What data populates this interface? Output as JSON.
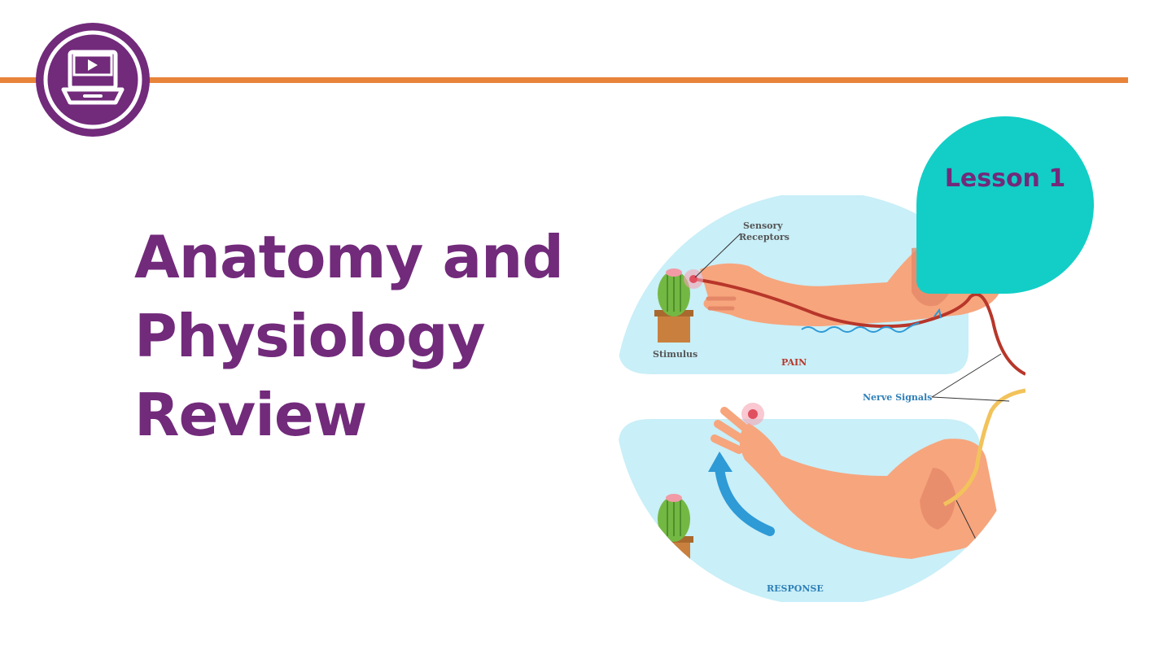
{
  "slide": {
    "title_lines": [
      "Anatomy and",
      "Physiology",
      "Review"
    ],
    "lesson_label": "Lesson 1"
  },
  "illustration": {
    "labels": {
      "sensory_receptors_1": "Sensory",
      "sensory_receptors_2": "Receptors",
      "stimulus": "Stimulus",
      "pain": "PAIN",
      "nerve_signals": "Nerve Signals",
      "response": "RESPONSE"
    }
  },
  "colors": {
    "accent_orange": "#E8843A",
    "brand_purple": "#722A7B",
    "lesson_teal": "#12CEC6",
    "panel_blue": "#C9EFF8",
    "skin": "#F7A57D",
    "nerve_red": "#B8362A",
    "nerve_yellow": "#F2C35B",
    "arrow_blue": "#2E9AD6"
  },
  "icons": {
    "badge": "video-lesson-icon"
  }
}
